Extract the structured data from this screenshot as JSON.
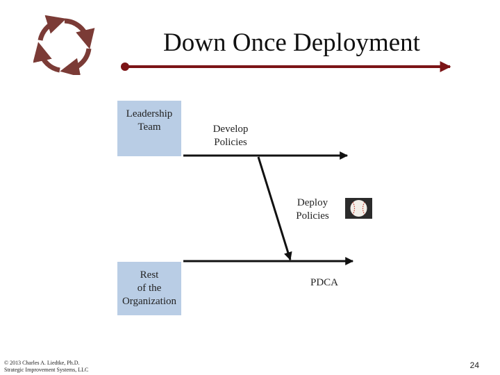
{
  "slide": {
    "title": "Down Once Deployment",
    "page_number": "24",
    "copyright": "© 2013 Charles A. Liedtke, Ph.D.\nStrategic Improvement Systems, LLC"
  },
  "boxes": {
    "leadership": "Leadership\nTeam",
    "rest": "Rest\nof the\nOrganization"
  },
  "labels": {
    "develop": "Develop\nPolicies",
    "deploy": "Deploy\nPolicies",
    "pdca": "PDCA"
  },
  "icons": {
    "cycle": "cycle-arrows-icon",
    "baseball": "baseball-icon"
  },
  "colors": {
    "title_rule": "#7b1416",
    "box_fill": "#b9cde5",
    "cycle": "#7b3b36",
    "lines": "#111111"
  }
}
